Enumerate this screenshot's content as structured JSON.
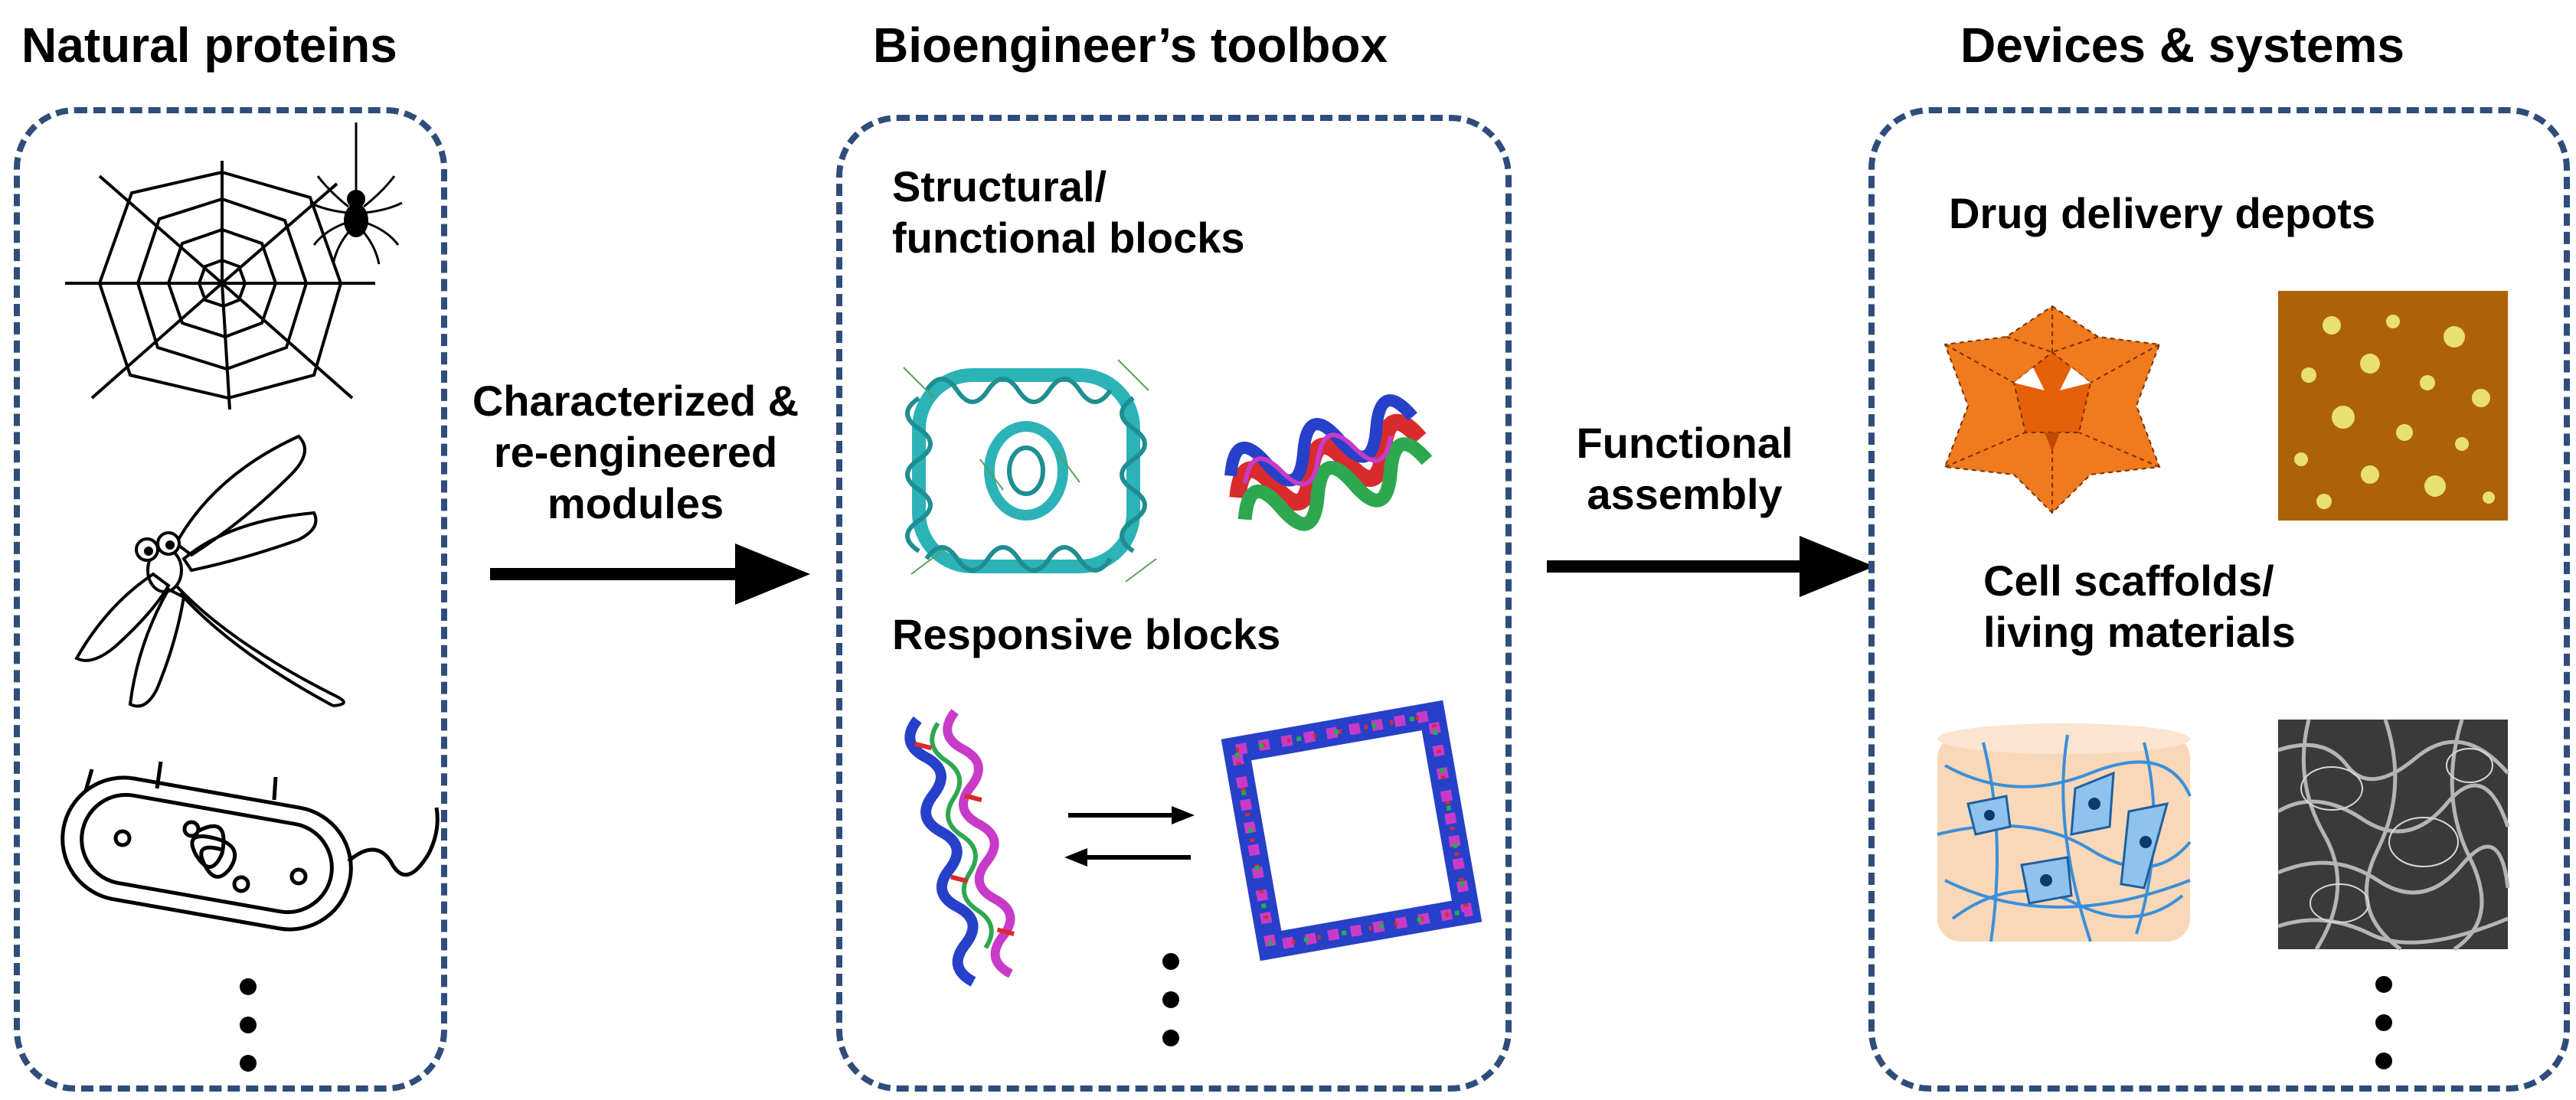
{
  "columns": {
    "natural": {
      "heading": "Natural proteins"
    },
    "toolbox": {
      "heading": "Bioengineer’s toolbox",
      "structural_line1": "Structural/",
      "structural_line2": "functional blocks",
      "responsive": "Responsive  blocks"
    },
    "devices": {
      "heading": "Devices & systems",
      "drug": "Drug delivery depots",
      "cell_line1": "Cell scaffolds/",
      "cell_line2": "living materials"
    }
  },
  "arrows": {
    "first": {
      "line1": "Characterized &",
      "line2": "re-engineered",
      "line3": "modules"
    },
    "second": {
      "line1": "Functional",
      "line2": "assembly"
    }
  },
  "colors": {
    "panel_border": "#2e4d7a",
    "arrow": "#000000",
    "helix_teal": "#2bb3b8",
    "helix_red": "#d92b2b",
    "helix_green": "#2da84f",
    "helix_blue": "#2740c9",
    "helix_magenta": "#c83bc8",
    "cage_orange": "#f07a1e",
    "afm_brown": "#b86a08",
    "afm_particle": "#e8e070",
    "gel_peach": "#f9d8b9",
    "fiber_blue": "#3a8fd8"
  },
  "icons": [
    "spider-web-icon",
    "spider-icon",
    "dragonfly-icon",
    "bacterium-icon",
    "protein-cage-icon",
    "coiled-coil-icon",
    "helix-bundle-icon",
    "helix-square-icon",
    "equilibrium-arrows-icon",
    "polyhedral-cage-icon",
    "afm-image-icon",
    "cell-scaffold-icon",
    "sem-image-icon",
    "ellipsis-icon"
  ]
}
